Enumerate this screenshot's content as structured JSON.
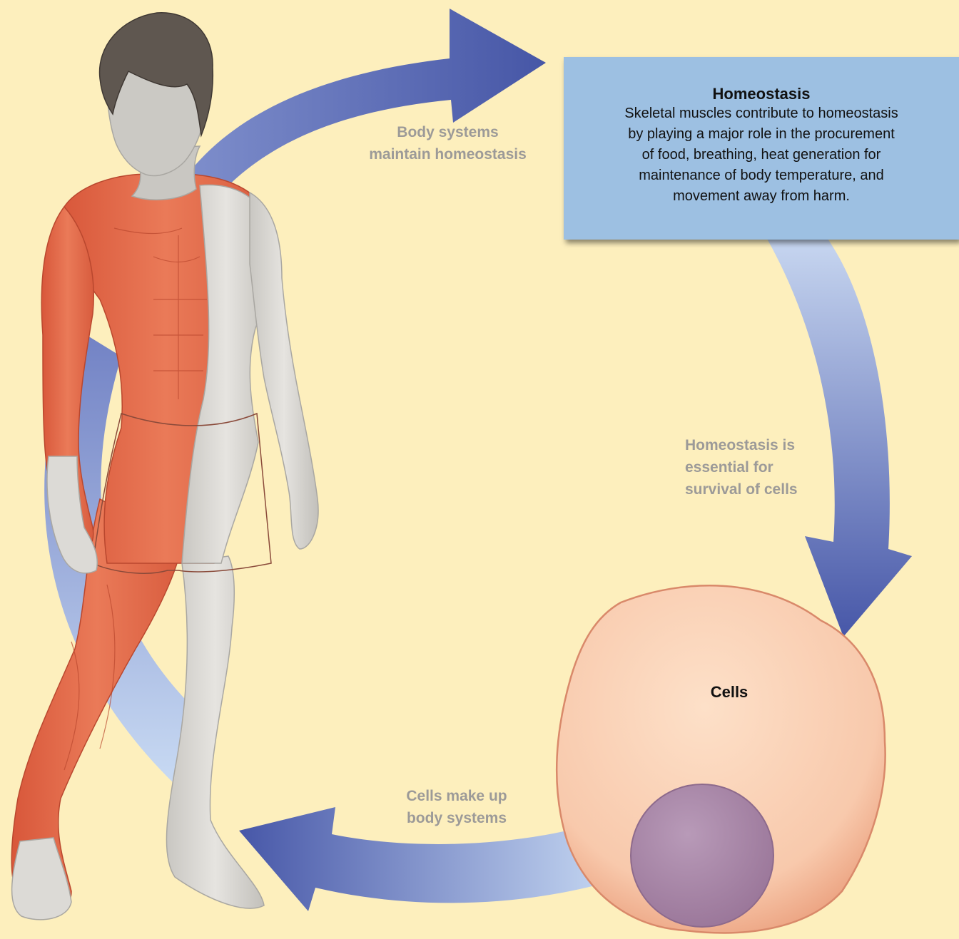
{
  "labels": {
    "body_systems": "Body systems\nmaintain homeostasis",
    "essential": "Homeostasis is\nessential for\nsurvival of cells",
    "cells_make_up": "Cells make up\nbody systems"
  },
  "homeostasis_box": {
    "title": "Homeostasis",
    "text": "Skeletal muscles contribute to homeostasis\nby playing a major role in the procurement\nof food, breathing, heat generation for\nmaintenance of body temperature, and\nmovement away from harm."
  },
  "cell": {
    "label": "Cells"
  },
  "colors": {
    "background": "#fdefbd",
    "arrow_dark": "#4a5ba6",
    "arrow_light": "#c5d8f2",
    "box": "#9dc0e2",
    "muscle": "#e0694a",
    "skin": "#d9d7d3",
    "cell_membrane": "#f6c09f",
    "nucleus": "#a886a6",
    "label_gray": "#9c9a98"
  }
}
